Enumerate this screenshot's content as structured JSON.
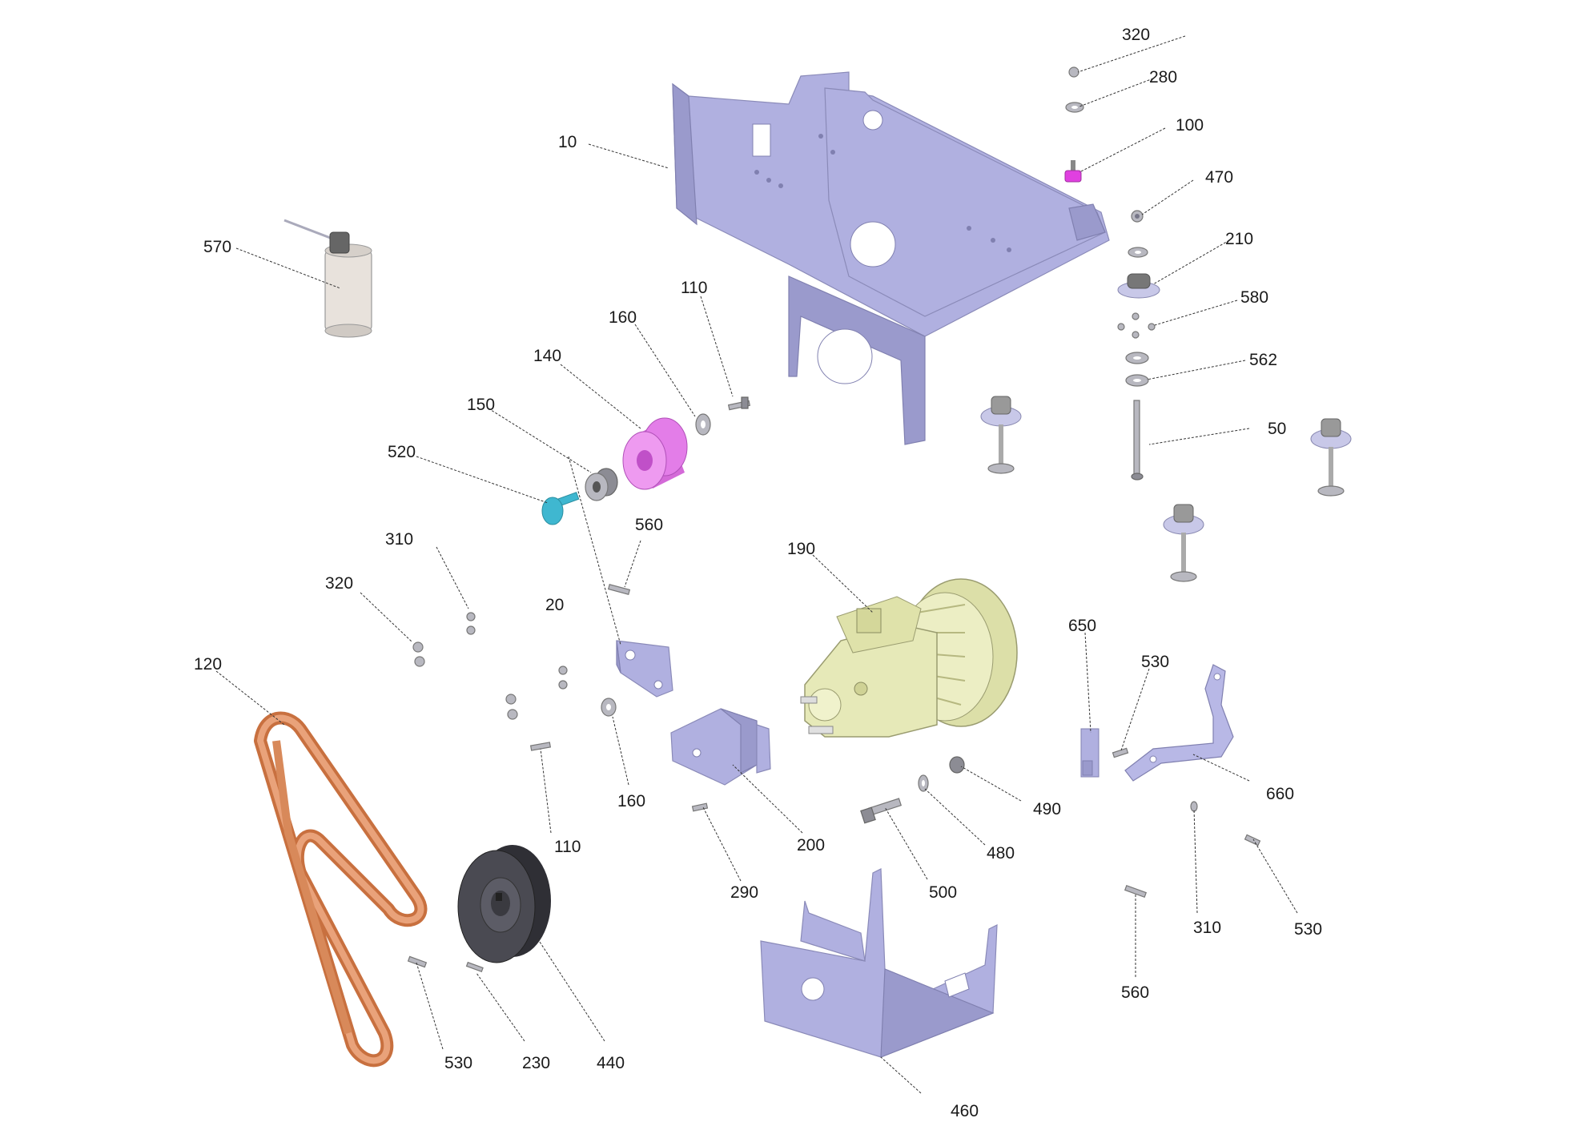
{
  "callouts": [
    {
      "id": "10",
      "text": "10"
    },
    {
      "id": "20",
      "text": "20"
    },
    {
      "id": "50",
      "text": "50"
    },
    {
      "id": "100",
      "text": "100"
    },
    {
      "id": "110a",
      "text": "110"
    },
    {
      "id": "110b",
      "text": "110"
    },
    {
      "id": "120",
      "text": "120"
    },
    {
      "id": "140",
      "text": "140"
    },
    {
      "id": "150",
      "text": "150"
    },
    {
      "id": "160a",
      "text": "160"
    },
    {
      "id": "160b",
      "text": "160"
    },
    {
      "id": "190",
      "text": "190"
    },
    {
      "id": "200",
      "text": "200"
    },
    {
      "id": "210",
      "text": "210"
    },
    {
      "id": "230",
      "text": "230"
    },
    {
      "id": "280",
      "text": "280"
    },
    {
      "id": "290",
      "text": "290"
    },
    {
      "id": "310a",
      "text": "310"
    },
    {
      "id": "310b",
      "text": "310"
    },
    {
      "id": "320a",
      "text": "320"
    },
    {
      "id": "320b",
      "text": "320"
    },
    {
      "id": "440",
      "text": "440"
    },
    {
      "id": "460",
      "text": "460"
    },
    {
      "id": "470",
      "text": "470"
    },
    {
      "id": "480",
      "text": "480"
    },
    {
      "id": "490",
      "text": "490"
    },
    {
      "id": "500",
      "text": "500"
    },
    {
      "id": "520",
      "text": "520"
    },
    {
      "id": "530a",
      "text": "530"
    },
    {
      "id": "530b",
      "text": "530"
    },
    {
      "id": "530c",
      "text": "530"
    },
    {
      "id": "560a",
      "text": "560"
    },
    {
      "id": "560b",
      "text": "560"
    },
    {
      "id": "562",
      "text": "562"
    },
    {
      "id": "570",
      "text": "570"
    },
    {
      "id": "580",
      "text": "580"
    },
    {
      "id": "650",
      "text": "650"
    },
    {
      "id": "660",
      "text": "660"
    }
  ],
  "colors": {
    "frame": "#b0b0e0",
    "belt": "#d8895a",
    "pump": "#e6e9b8",
    "pulley_magenta": "#e37de8",
    "bolt_cyan": "#3fb7d0",
    "grommet_magenta": "#e040e0",
    "pulley_dark": "#4a4a52"
  },
  "icons": [
    "spray-can-icon",
    "chassis-frame-icon",
    "belt-icon",
    "pulley-icon",
    "pump-icon",
    "bracket-icon",
    "guard-icon",
    "bolt-icon",
    "washer-icon",
    "nut-icon",
    "vibration-mount-icon"
  ]
}
